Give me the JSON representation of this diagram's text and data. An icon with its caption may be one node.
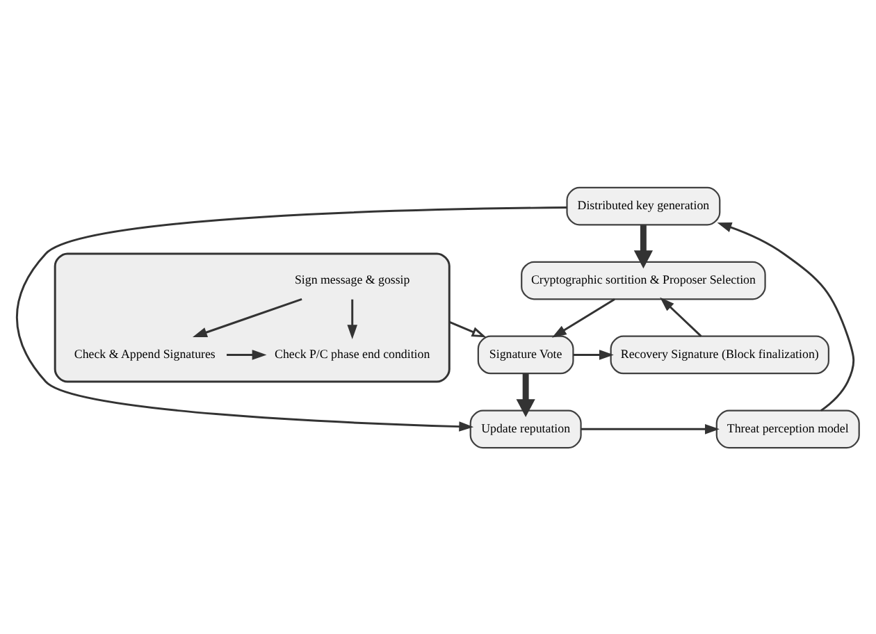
{
  "diagram": {
    "nodes": [
      {
        "text": [
          "Distributed key generation"
        ]
      },
      {
        "text": [
          "Cryptographic sortition & Proposer Selection"
        ]
      },
      {
        "text": [],
        "shape": "ellipse"
      },
      {
        "text": [
          "Sign message & gossip"
        ],
        "in": 2
      },
      {
        "text": [
          "Check P/C phase end condition"
        ],
        "in": 2
      },
      {
        "text": [
          "Check & Append Signatures"
        ],
        "in": 2
      },
      {
        "text": [
          "Recovery Signature (Block finalization)"
        ]
      },
      {
        "text": [
          "Signature Vote"
        ]
      },
      {
        "text": [
          "Threat perception model"
        ]
      },
      {
        "text": [
          "Update reputation"
        ]
      }
    ],
    "edges": [
      {
        "from": 0,
        "to": 1,
        "arrow": "to",
        "style": "thick"
      },
      {
        "from": 1,
        "to": 7,
        "arrow": "to"
      },
      {
        "from": 7,
        "to": 6,
        "arrow": "to"
      },
      {
        "from": 6,
        "to": 1,
        "arrow": "to"
      },
      {
        "from": 8,
        "to": 0,
        "arrow": "to"
      },
      {
        "from": 0,
        "to": 9,
        "arrow": "to"
      },
      {
        "from": 7,
        "to": 9,
        "arrow": "to",
        "style": "thick"
      },
      {
        "from": 9,
        "to": 8,
        "arrow": "to"
      },
      {
        "from": 3,
        "to": 4,
        "arrow": "to"
      },
      {
        "from": 3,
        "to": 5,
        "arrow": "to"
      },
      {
        "from": 5,
        "to": 4,
        "arrow": "to"
      },
      {
        "from": 2,
        "to": 7,
        "arrow": "to"
      }
    ]
  }
}
